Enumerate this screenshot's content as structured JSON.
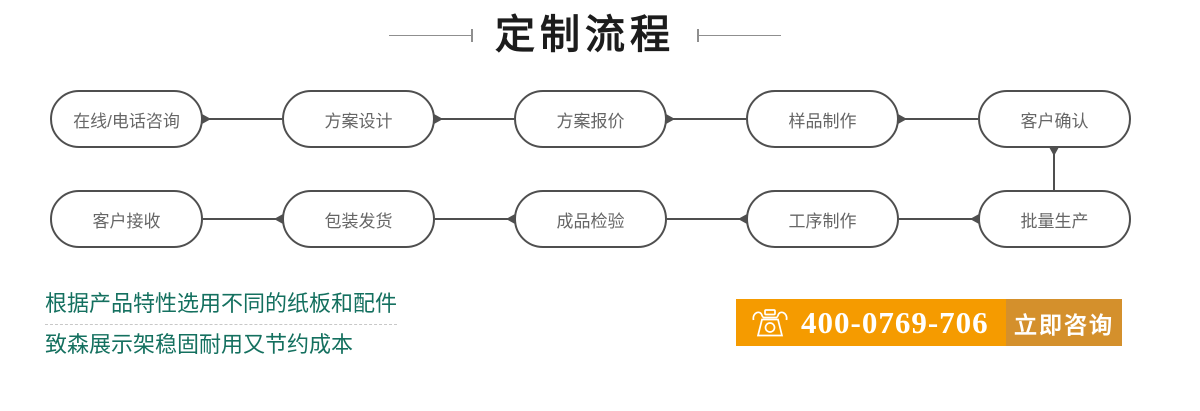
{
  "header": {
    "title": "定制流程"
  },
  "flow": {
    "row1": [
      "在线/电话咨询",
      "方案设计",
      "方案报价",
      "样品制作",
      "客户确认"
    ],
    "row2": [
      "客户接收",
      "包装发货",
      "成品检验",
      "工序制作",
      "批量生产"
    ]
  },
  "note": {
    "line1": "根据产品特性选用不同的纸板和配件",
    "line2": "致森展示架稳固耐用又节约成本"
  },
  "contact": {
    "phone": "400-0769-706",
    "cta_label": "立即咨询"
  },
  "icons": {
    "phone": "phone-icon"
  },
  "colors": {
    "banner_orange": "#f59b00",
    "cta_orange": "#d4902c",
    "note_green": "#14705f",
    "outline_gray": "#4f4f4f",
    "title_black": "#1c1c1c",
    "rule_gray": "#8f8f8f"
  }
}
